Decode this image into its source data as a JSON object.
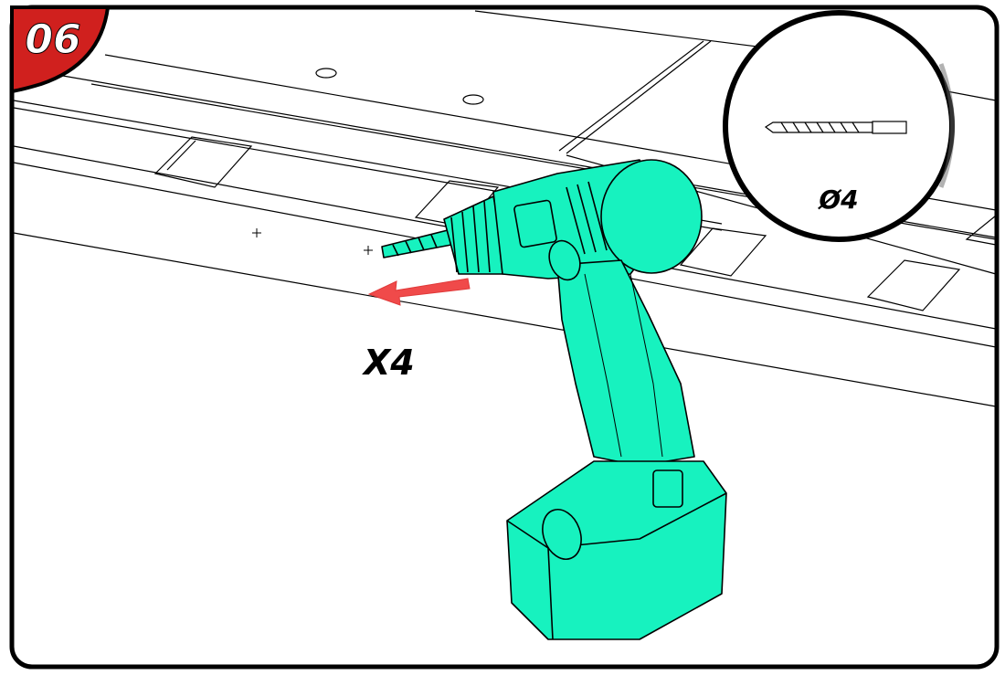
{
  "step": {
    "number": "06"
  },
  "instruction": {
    "quantity": "X4"
  },
  "detail": {
    "bit_size": "Ø4"
  },
  "colors": {
    "badge_red": "#d0201e",
    "drill_teal": "#17f2bf",
    "arrow_red": "#f04a4a",
    "outline": "#000000"
  },
  "icons": [
    "cordless-drill-icon",
    "drill-bit-icon",
    "arrow-left-icon"
  ]
}
